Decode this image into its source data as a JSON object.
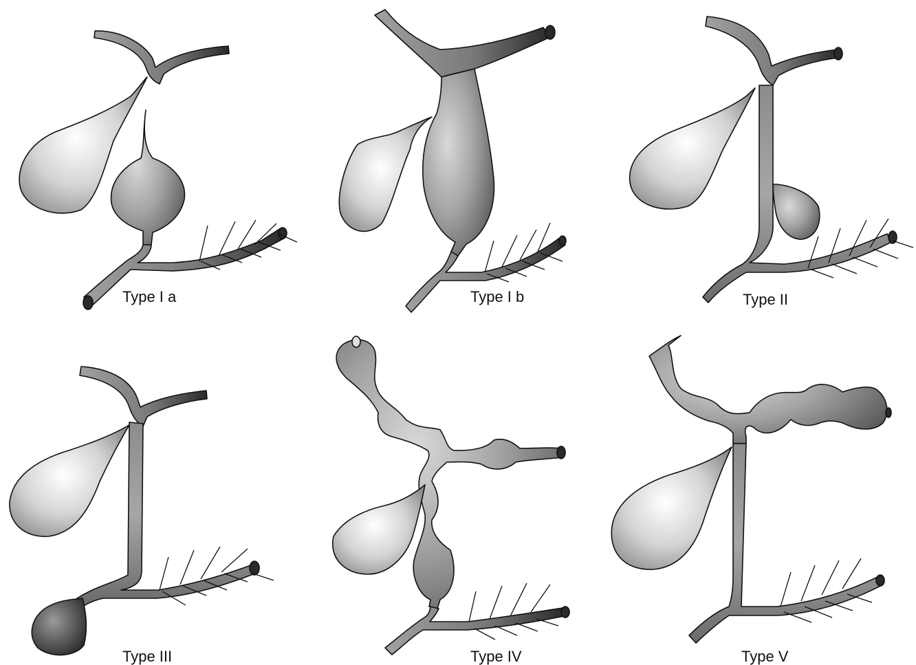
{
  "panels": [
    {
      "id": "type-1a",
      "caption": "Type I a"
    },
    {
      "id": "type-1b",
      "caption": "Type I b"
    },
    {
      "id": "type-2",
      "caption": "Type II"
    },
    {
      "id": "type-3",
      "caption": "Type III"
    },
    {
      "id": "type-4",
      "caption": "Type IV"
    },
    {
      "id": "type-5",
      "caption": "Type V"
    }
  ],
  "colors": {
    "outline": "#111111",
    "light_fill": "#f4f4f4",
    "mid_fill": "#9a9a9a",
    "dark_fill": "#2a2a2a",
    "background": "#ffffff"
  }
}
